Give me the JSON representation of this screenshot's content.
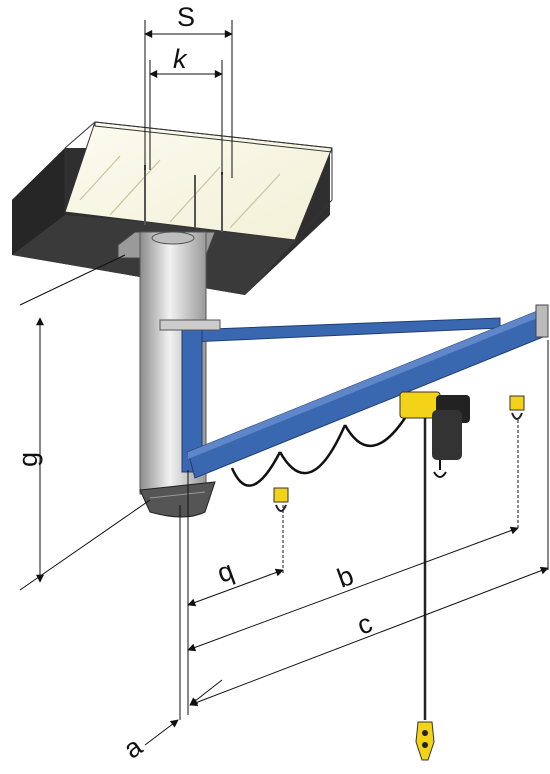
{
  "diagram": {
    "labels": {
      "s": "S",
      "k": "k",
      "g": "g",
      "q": "q",
      "b": "b",
      "c": "c",
      "a": "a"
    },
    "colors": {
      "arm_blue": "#3a68b0",
      "hoist_yellow": "#f3d21a",
      "concrete": "#2e2e2e",
      "column_grey": "#cfcfcf",
      "line": "#111111"
    }
  }
}
